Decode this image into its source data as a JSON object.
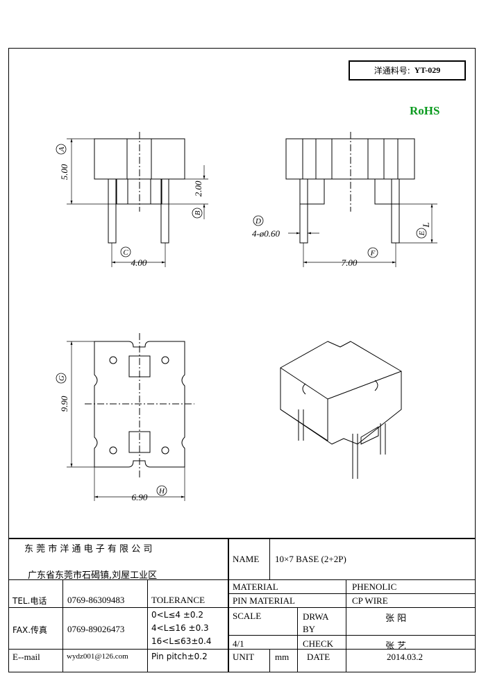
{
  "part_number": {
    "label": "洋通料号:",
    "value": "YT-029"
  },
  "rohs": "RoHS",
  "dimensions": {
    "A": {
      "letter": "A",
      "value": "5.00"
    },
    "B": {
      "letter": "B",
      "value": "2.00"
    },
    "C": {
      "letter": "C",
      "value": "4.00"
    },
    "D": {
      "letter": "D",
      "value": "4-ø0.60"
    },
    "E": {
      "letter": "E",
      "value": "L"
    },
    "F": {
      "letter": "F",
      "value": "7.00"
    },
    "G": {
      "letter": "G",
      "value": "9.90"
    },
    "H": {
      "letter": "H",
      "value": "6.90"
    }
  },
  "title_block": {
    "company": "东 莞 市 洋 通 电 子 有 限 公 司",
    "address": "广东省东莞市石碣镇,刘屋工业区",
    "name_label": "NAME",
    "name_value": "10×7 BASE (2+2P)",
    "tel_label": "TEL.电话",
    "tel_value": "0769-86309483",
    "fax_label": "FAX.传真",
    "fax_value": "0769-89026473",
    "email_label": "E--mail",
    "email_value": "wydz001@126.com",
    "tolerance_label": "TOLERANCE",
    "tolerances": [
      "0<L≤4   ±0.2",
      "4<L≤16  ±0.3",
      "16<L≤63±0.4",
      "Pin pitch±0.2"
    ],
    "material_label": "MATERIAL",
    "material_value": "PHENOLIC",
    "pin_material_label": "PIN MATERIAL",
    "pin_material_value": "CP WIRE",
    "scale_label": "SCALE",
    "scale_value": "4/1",
    "drawn_label": "DRWA BY",
    "drawn_value": "张 阳",
    "check_label": "CHECK",
    "check_value": "张 艺",
    "unit_label": "UNIT",
    "unit_value": "mm",
    "date_label": "DATE",
    "date_value": "2014.03.2"
  }
}
